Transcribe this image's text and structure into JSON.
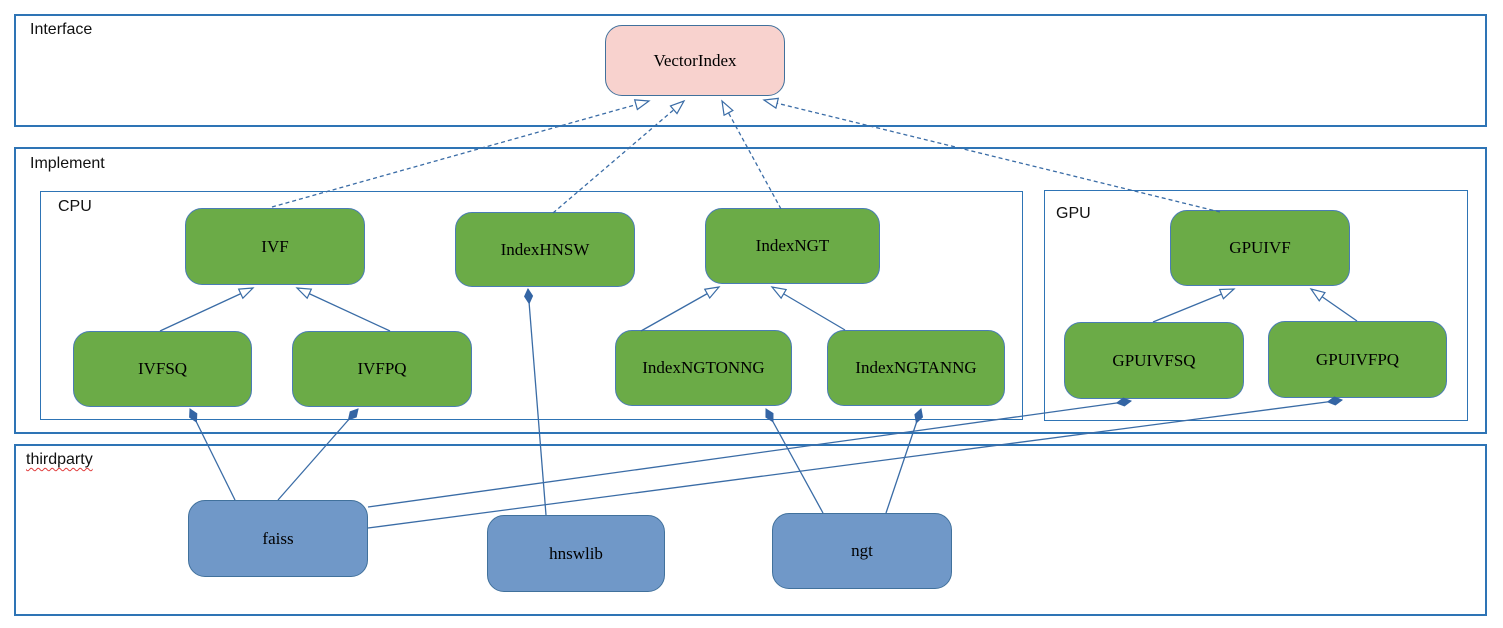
{
  "sections": {
    "interface": {
      "label": "Interface"
    },
    "implement": {
      "label": "Implement"
    },
    "cpu": {
      "label": "CPU"
    },
    "gpu": {
      "label": "GPU"
    },
    "thirdparty": {
      "label": "thirdparty"
    }
  },
  "nodes": {
    "vectorindex": {
      "label": "VectorIndex",
      "kind": "interface"
    },
    "ivf": {
      "label": "IVF",
      "kind": "cpu-implementation"
    },
    "indexhnsw": {
      "label": "IndexHNSW",
      "kind": "cpu-implementation"
    },
    "indexngt": {
      "label": "IndexNGT",
      "kind": "cpu-implementation"
    },
    "ivfsq": {
      "label": "IVFSQ",
      "kind": "cpu-implementation"
    },
    "ivfpq": {
      "label": "IVFPQ",
      "kind": "cpu-implementation"
    },
    "indexngtonng": {
      "label": "IndexNGTONNG",
      "kind": "cpu-implementation"
    },
    "indexngtanng": {
      "label": "IndexNGTANNG",
      "kind": "cpu-implementation"
    },
    "gpuivf": {
      "label": "GPUIVF",
      "kind": "gpu-implementation"
    },
    "gpuivfsq": {
      "label": "GPUIVFSQ",
      "kind": "gpu-implementation"
    },
    "gpuivfpq": {
      "label": "GPUIVFPQ",
      "kind": "gpu-implementation"
    },
    "faiss": {
      "label": "faiss",
      "kind": "thirdparty-library"
    },
    "hnswlib": {
      "label": "hnswlib",
      "kind": "thirdparty-library"
    },
    "ngt": {
      "label": "ngt",
      "kind": "thirdparty-library"
    }
  },
  "edges": [
    {
      "from": "IVF",
      "to": "VectorIndex",
      "type": "realization-dashed-hollow-arrow"
    },
    {
      "from": "IndexHNSW",
      "to": "VectorIndex",
      "type": "realization-dashed-hollow-arrow"
    },
    {
      "from": "IndexNGT",
      "to": "VectorIndex",
      "type": "realization-dashed-hollow-arrow"
    },
    {
      "from": "GPUIVF",
      "to": "VectorIndex",
      "type": "realization-dashed-hollow-arrow"
    },
    {
      "from": "IVFSQ",
      "to": "IVF",
      "type": "inheritance-hollow-arrow"
    },
    {
      "from": "IVFPQ",
      "to": "IVF",
      "type": "inheritance-hollow-arrow"
    },
    {
      "from": "IndexNGTONNG",
      "to": "IndexNGT",
      "type": "inheritance-hollow-arrow"
    },
    {
      "from": "IndexNGTANNG",
      "to": "IndexNGT",
      "type": "inheritance-hollow-arrow"
    },
    {
      "from": "GPUIVFSQ",
      "to": "GPUIVF",
      "type": "inheritance-hollow-arrow"
    },
    {
      "from": "GPUIVFPQ",
      "to": "GPUIVF",
      "type": "inheritance-hollow-arrow"
    },
    {
      "from": "faiss",
      "to": "IVFSQ",
      "type": "composition-filled-diamond"
    },
    {
      "from": "faiss",
      "to": "IVFPQ",
      "type": "composition-filled-diamond"
    },
    {
      "from": "faiss",
      "to": "GPUIVFSQ",
      "type": "composition-filled-diamond"
    },
    {
      "from": "faiss",
      "to": "GPUIVFPQ",
      "type": "composition-filled-diamond"
    },
    {
      "from": "hnswlib",
      "to": "IndexHNSW",
      "type": "composition-filled-diamond"
    },
    {
      "from": "ngt",
      "to": "IndexNGTONNG",
      "type": "composition-filled-diamond"
    },
    {
      "from": "ngt",
      "to": "IndexNGTANNG",
      "type": "composition-filled-diamond"
    }
  ],
  "colors": {
    "interface_node_fill": "#f8d2ce",
    "implementation_node_fill": "#6bab47",
    "thirdparty_node_fill": "#7098c8",
    "node_border": "#41719c",
    "frame_border": "#2e74b5",
    "connector": "#3a6ca6",
    "spellcheck_underline": "#e03a3a"
  }
}
